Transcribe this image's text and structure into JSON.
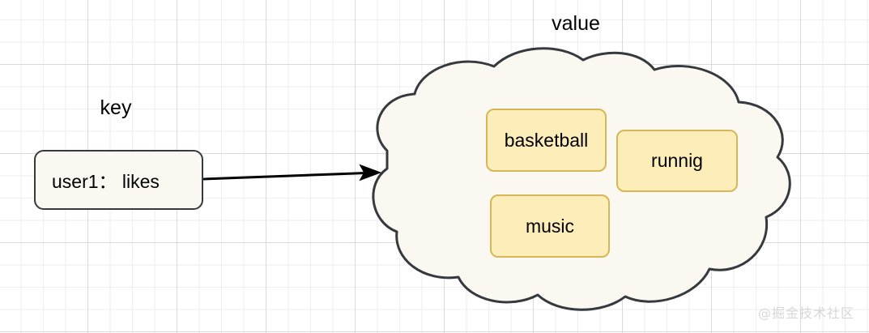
{
  "diagram": {
    "title_labels": {
      "key_label": "key",
      "value_label": "value"
    },
    "key_node": {
      "text": "user1： likes",
      "fill": "#faf8f0",
      "stroke": "#36393d"
    },
    "value_cloud": {
      "shape": "cloud",
      "fill": "#faf8f0",
      "stroke": "#36393d",
      "items": [
        {
          "label": "basketball",
          "fill": "#fdeeb9",
          "stroke": "#d6b656"
        },
        {
          "label": "runnig",
          "fill": "#fdeeb9",
          "stroke": "#d6b656"
        },
        {
          "label": "music",
          "fill": "#fdeeb9",
          "stroke": "#d6b656"
        }
      ]
    },
    "connector": {
      "type": "arrow",
      "from": "key_node",
      "to": "value_cloud",
      "color": "#000000"
    },
    "background": {
      "minor_grid_color": "#eeeeee",
      "major_grid_color": "#d9d9d9",
      "page_color": "#ffffff"
    }
  },
  "watermark": {
    "text": "@掘金技术社区"
  }
}
